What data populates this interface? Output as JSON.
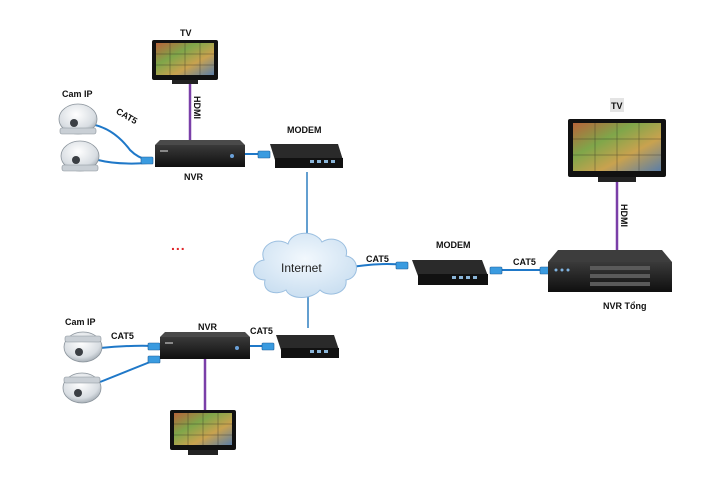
{
  "labels": {
    "tv_top": "TV",
    "tv_right": "TV",
    "cam_ip_top": "Cam IP",
    "cam_ip_bottom": "Cam IP",
    "cat5_top": "CAT5",
    "cat5_bottom_left": "CAT5",
    "cat5_bottom_nvr": "CAT5",
    "cat5_internet": "CAT5",
    "cat5_right": "CAT5",
    "hdmi_top": "HDMI",
    "hdmi_right": "HDMI",
    "nvr_top": "NVR",
    "nvr_bottom": "NVR",
    "modem_top": "MODEM",
    "modem_right": "MODEM",
    "nvr_main": "NVR Tổng",
    "internet": "Internet",
    "ellipsis": "..."
  },
  "colors": {
    "cat5_cable": "#1f78c8",
    "connector": "#3a9be0",
    "hdmi_cable": "#7a3fa8",
    "internet_line": "#2f7fc0",
    "cloud": "#dbe9f6",
    "device_dark": "#1c1c1c",
    "accent_red": "#e0262a"
  },
  "icons": [
    "tv-icon",
    "dome-camera-icon",
    "nvr-icon",
    "modem-icon",
    "cloud-icon",
    "rj45-connector-icon"
  ]
}
